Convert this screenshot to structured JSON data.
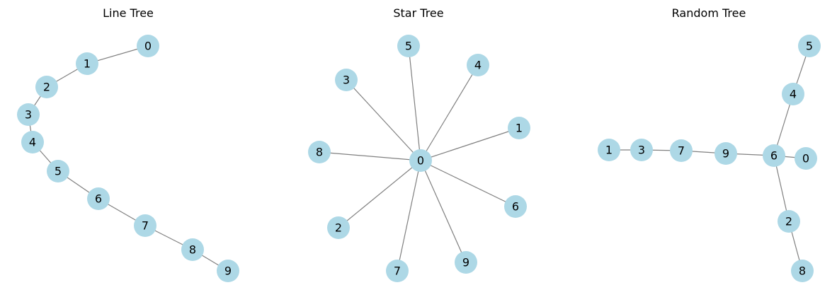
{
  "style": {
    "node_color": "#add8e6",
    "edge_color": "#808080",
    "label_color": "#000000",
    "background": "#ffffff"
  },
  "panels": [
    {
      "title": "Line Tree",
      "nodes": [
        "0",
        "1",
        "2",
        "3",
        "4",
        "5",
        "6",
        "7",
        "8",
        "9"
      ],
      "edges": [
        [
          "0",
          "1"
        ],
        [
          "1",
          "2"
        ],
        [
          "2",
          "3"
        ],
        [
          "3",
          "4"
        ],
        [
          "4",
          "5"
        ],
        [
          "5",
          "6"
        ],
        [
          "6",
          "7"
        ],
        [
          "7",
          "8"
        ],
        [
          "8",
          "9"
        ]
      ]
    },
    {
      "title": "Star Tree",
      "nodes": [
        "0",
        "1",
        "2",
        "3",
        "4",
        "5",
        "6",
        "7",
        "8",
        "9"
      ],
      "edges": [
        [
          "0",
          "1"
        ],
        [
          "0",
          "2"
        ],
        [
          "0",
          "3"
        ],
        [
          "0",
          "4"
        ],
        [
          "0",
          "5"
        ],
        [
          "0",
          "6"
        ],
        [
          "0",
          "7"
        ],
        [
          "0",
          "8"
        ],
        [
          "0",
          "9"
        ]
      ]
    },
    {
      "title": "Random Tree",
      "nodes": [
        "0",
        "1",
        "2",
        "3",
        "4",
        "5",
        "6",
        "7",
        "8",
        "9"
      ],
      "edges": [
        [
          "1",
          "3"
        ],
        [
          "3",
          "7"
        ],
        [
          "7",
          "9"
        ],
        [
          "9",
          "6"
        ],
        [
          "6",
          "0"
        ],
        [
          "6",
          "4"
        ],
        [
          "4",
          "5"
        ],
        [
          "6",
          "2"
        ],
        [
          "2",
          "8"
        ]
      ]
    }
  ]
}
